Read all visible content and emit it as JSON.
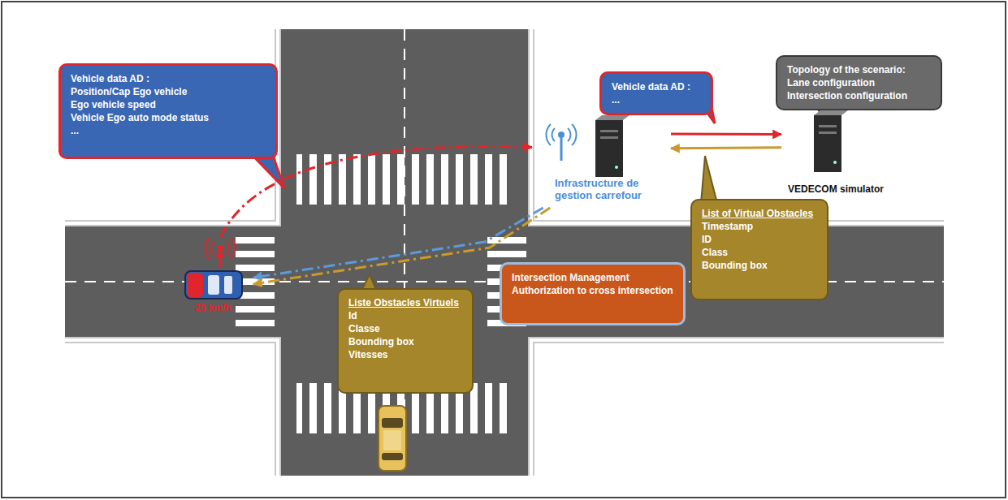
{
  "diagram": {
    "nodes": [
      {
        "text": [
          "Vehicle data AD :",
          "Position/Cap Ego vehicle",
          "Ego vehicle speed",
          "Vehicle Ego auto mode status",
          "..."
        ]
      },
      {
        "text": [
          "Vehicle data AD :",
          "..."
        ]
      },
      {
        "text": [
          "Topology of the scenario:",
          "Lane configuration",
          "Intersection configuration"
        ]
      },
      {
        "text": [
          "25 km/h"
        ]
      },
      {
        "text": [
          "Infrastructure de gestion carrefour"
        ]
      },
      {
        "text": [
          "VEDECOM simulator"
        ]
      },
      {
        "text": [
          "List of Virtual Obstacles",
          "Timestamp",
          "ID",
          "Class",
          "Bounding box"
        ]
      },
      {
        "text": [
          "Intersection Management",
          "Authorization to cross intersection"
        ]
      },
      {
        "text": [
          "Liste Obstacles Virtuels",
          "Id",
          "Classe",
          "Bounding box",
          "Vitesses"
        ]
      }
    ],
    "edges": [
      {
        "from": 3,
        "to": 4,
        "arrow": "to"
      },
      {
        "from": 4,
        "to": 3,
        "arrow": "to"
      },
      {
        "from": 4,
        "to": 3,
        "arrow": "to"
      },
      {
        "from": 4,
        "to": 5,
        "arrow": "to"
      },
      {
        "from": 5,
        "to": 4,
        "arrow": "to"
      }
    ]
  }
}
